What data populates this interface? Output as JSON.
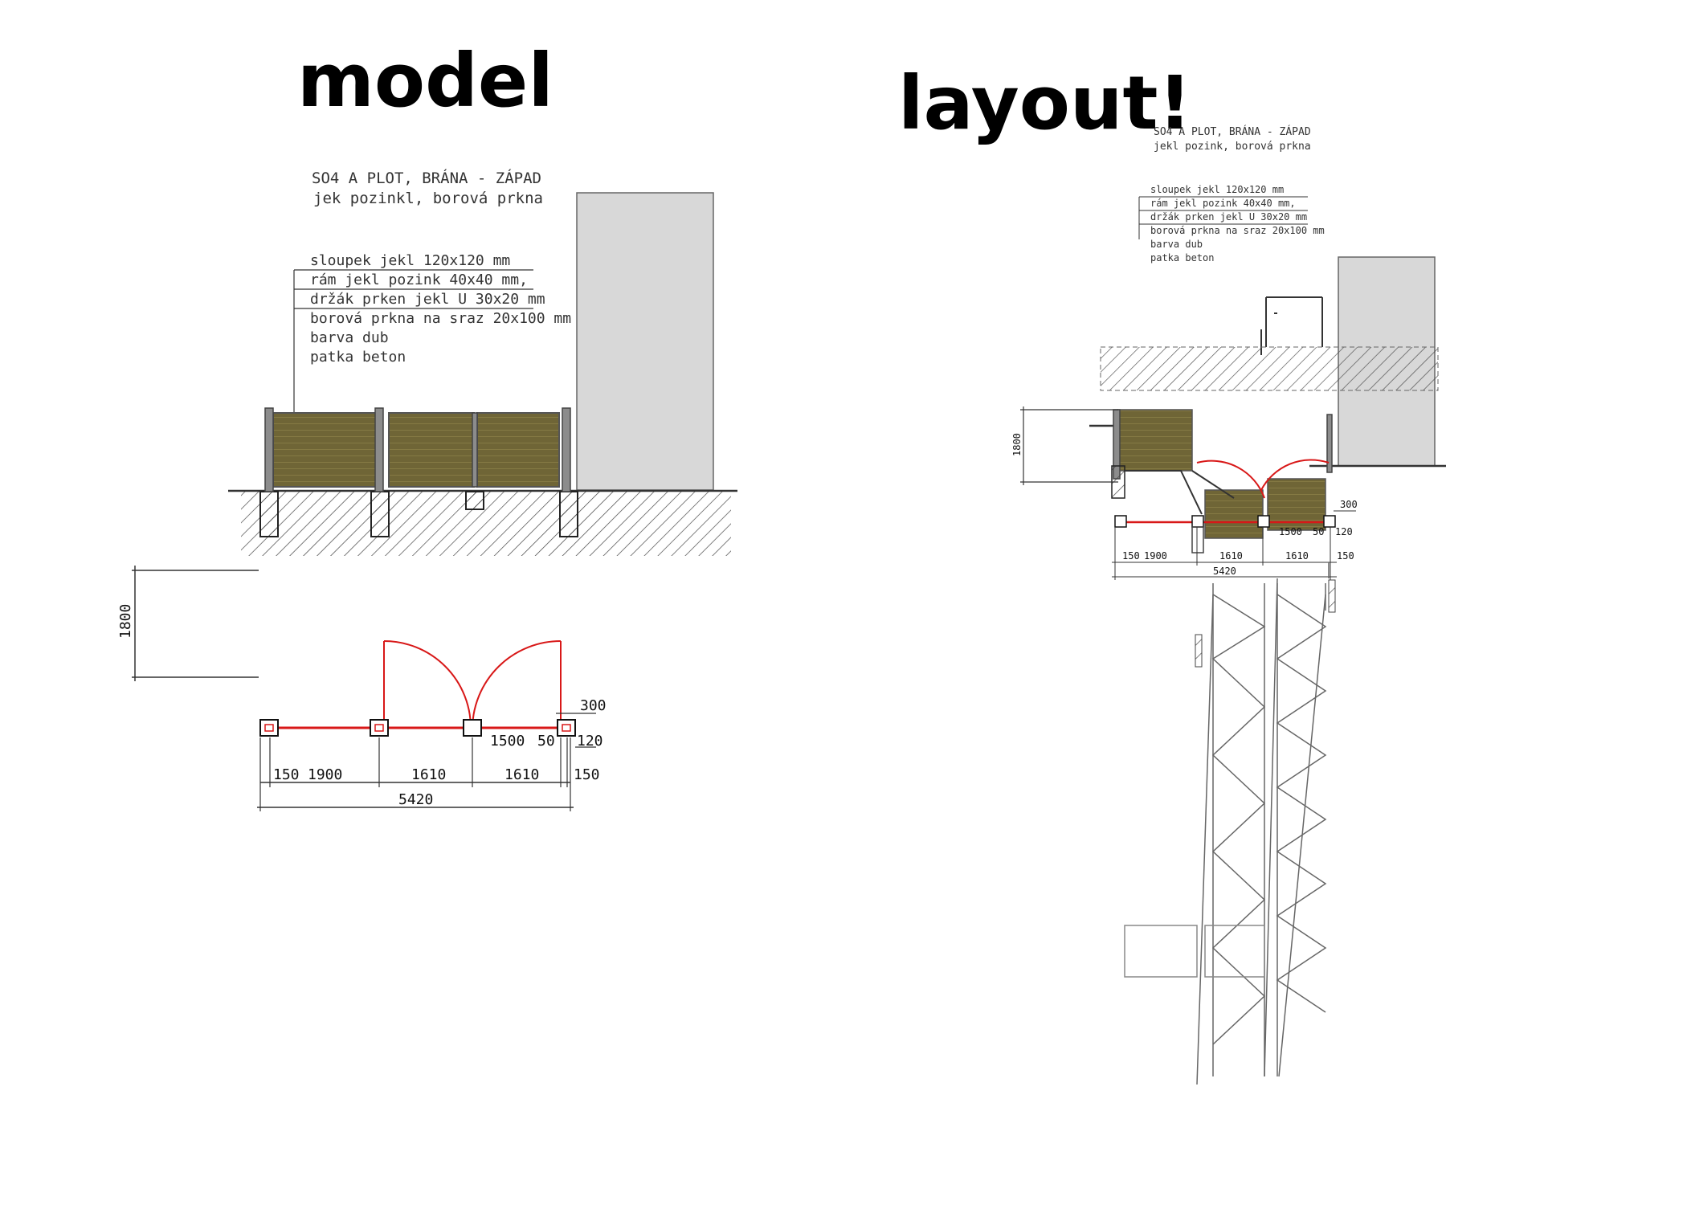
{
  "headings": {
    "model": "model",
    "layout": "layout!"
  },
  "spec": {
    "title_line1": "SO4 A PLOT, BRÁNA - ZÁPAD",
    "title_line2": "jek pozinkl, borová prkna",
    "items": [
      "sloupek  jekl 120x120 mm",
      "rám  jekl pozink 40x40 mm,",
      "držák prken jekl U 30x20 mm",
      "borová prkna na sraz 20x100 mm",
      "barva dub",
      "patka beton"
    ]
  },
  "layout_spec": {
    "title_line1": "SO4 A PLOT, BRÁNA - ZÁPAD",
    "title_line2": "jekl pozink, borová prkna",
    "items": [
      "sloupek  jekl 120x120 mm",
      "rám  jekl pozink 40x40 mm,",
      "držák prken jekl U 30x20 mm",
      "borová prkna na sraz 20x100 mm",
      "barva dub",
      "patka beton"
    ]
  },
  "dimensions": {
    "height": "1800",
    "offset": "300",
    "gate_leaf": "1500",
    "gap": "50",
    "post": "120",
    "edge_left": "150",
    "span1": "1900",
    "span2": "1610",
    "span3": "1610",
    "edge_right": "150",
    "total": "5420"
  },
  "colors": {
    "gate_swing": "#d81818",
    "wood": "#6f6536",
    "wall": "#d8d8d8"
  }
}
